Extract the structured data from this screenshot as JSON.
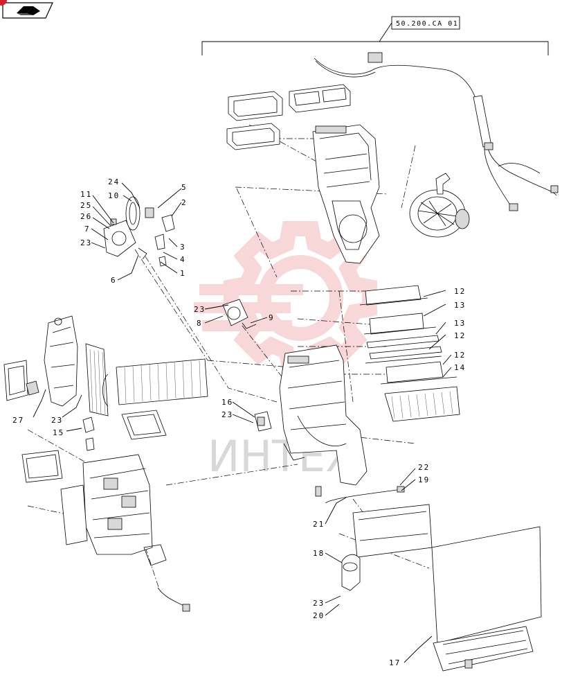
{
  "reference_label": "50.200.CA 01",
  "watermark_text": "ИНТЕХ",
  "nav_icon": "book-arrow-icon",
  "colors": {
    "brand_red": "#d9202a",
    "watermark_red": "#f2b8b8",
    "watermark_grey": "#cfcfcf"
  },
  "callouts": {
    "c1": "1",
    "c2": "2",
    "c3": "3",
    "c4": "4",
    "c5": "5",
    "c6": "6",
    "c7": "7",
    "c8": "8",
    "c9": "9",
    "c10": "10",
    "c11": "11",
    "c12a": "12",
    "c12b": "12",
    "c12c": "12",
    "c13a": "13",
    "c13b": "13",
    "c14": "14",
    "c15": "15",
    "c16": "16",
    "c17": "17",
    "c18": "18",
    "c19": "19",
    "c20": "20",
    "c21": "21",
    "c22": "22",
    "c23a": "23",
    "c23b": "23",
    "c23c": "23",
    "c23d": "23",
    "c23e": "23",
    "c24": "24",
    "c25": "25",
    "c26": "26",
    "c27": "27"
  }
}
